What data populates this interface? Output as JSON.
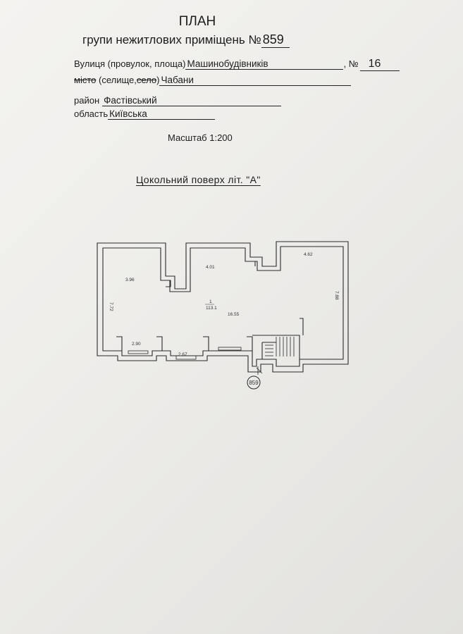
{
  "header": {
    "title": "ПЛАН",
    "subtitle_prefix": "групи нежитлових приміщень №",
    "plan_number": "859"
  },
  "address": {
    "street_label": "Вулиця (провулок, площа)",
    "street_value": "Машинобудівників",
    "house_label": ", №",
    "house_value": "16",
    "city_label_struck": "місто",
    "city_label_mid": " (селище,",
    "city_label_struck2": "село",
    "city_label_end": ")",
    "city_value": "Чабани",
    "district_label": "район",
    "district_value": "Фастівський",
    "region_label": "область",
    "region_value": "Київська"
  },
  "scale": "Масштаб 1:200",
  "floor_title": "Цокольний поверх  літ.  \"А\"",
  "floor_plan": {
    "room_number": "1",
    "room_area": "113.1",
    "group_marker": "859",
    "dimensions": {
      "left_room_width": "3.96",
      "middle_room_width": "4.01",
      "right_room_width": "4.62",
      "left_wall_height": "7.72",
      "right_wall_height": "7.88",
      "center_length": "16.55",
      "bottom_left_width": "2.90",
      "bottom_mid_width": "2.67"
    }
  }
}
